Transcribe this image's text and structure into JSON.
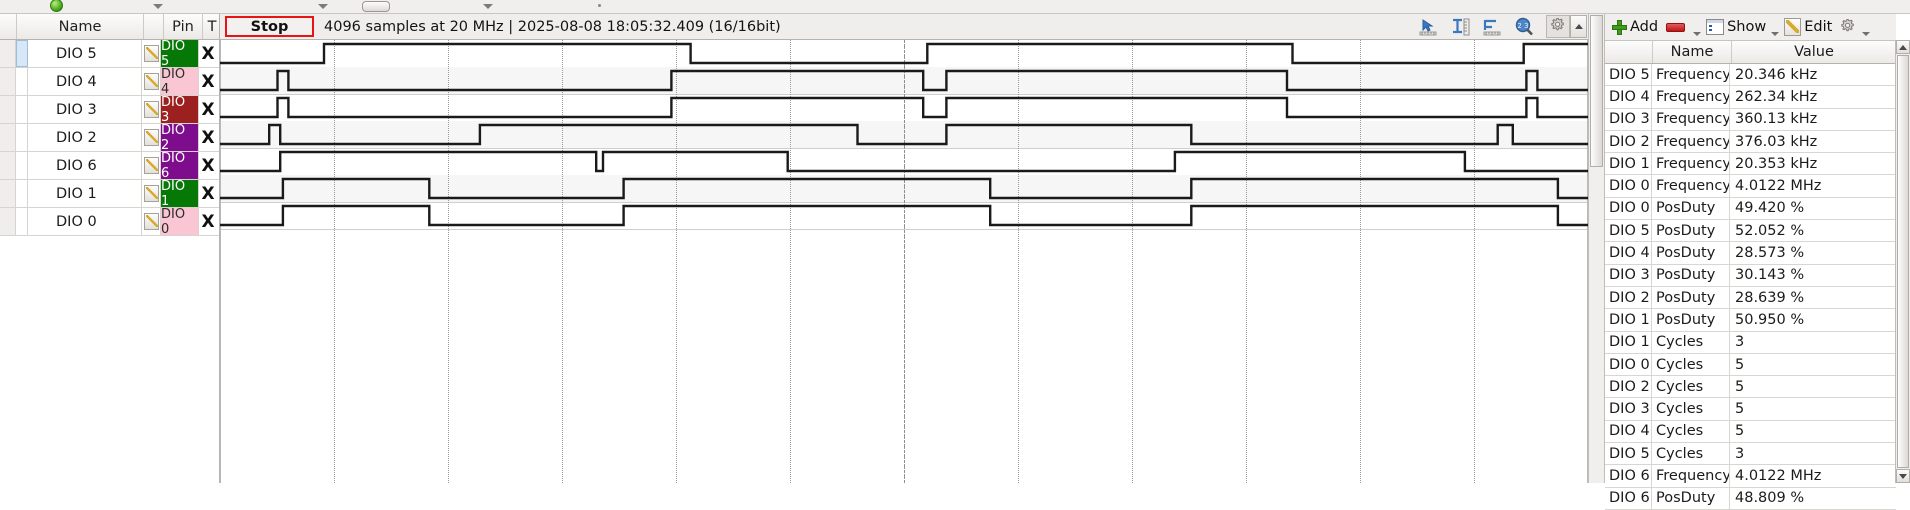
{
  "toolbar_top": {
    "items": [
      "record-indicator",
      "dropdown-caret",
      "dropdown-caret",
      "buffer-pill",
      "dropdown-caret",
      "menu-dot"
    ]
  },
  "channel_table": {
    "headers": {
      "select": "",
      "name": "Name",
      "edit": "",
      "pin": "Pin",
      "trigger": "T"
    },
    "rows": [
      {
        "name": "DIO 5",
        "pin": "DIO 5",
        "trigger": "X",
        "color": "#067806",
        "text_color": "#ffffff",
        "selected": true
      },
      {
        "name": "DIO 4",
        "pin": "DIO 4",
        "trigger": "X",
        "color": "#fbc6d3",
        "text_color": "#2b2b2b",
        "selected": false
      },
      {
        "name": "DIO 3",
        "pin": "DIO 3",
        "trigger": "X",
        "color": "#9d2020",
        "text_color": "#ffffff",
        "selected": false
      },
      {
        "name": "DIO 2",
        "pin": "DIO 2",
        "trigger": "X",
        "color": "#7d0d8c",
        "text_color": "#ffffff",
        "selected": false
      },
      {
        "name": "DIO 6",
        "pin": "DIO 6",
        "trigger": "X",
        "color": "#7d0d8c",
        "text_color": "#ffffff",
        "selected": false
      },
      {
        "name": "DIO 1",
        "pin": "DIO 1",
        "trigger": "X",
        "color": "#067806",
        "text_color": "#ffffff",
        "selected": false
      },
      {
        "name": "DIO 0",
        "pin": "DIO 0",
        "trigger": "X",
        "color": "#fbc6d3",
        "text_color": "#2b2b2b",
        "selected": false
      }
    ]
  },
  "wave_header": {
    "stop_label": "Stop",
    "status": "4096 samples at 20 MHz | 2025-08-08 18:05:32.409 (16/16bit)",
    "stop_border_color": "#e81313",
    "tools": [
      "cursor-measure-icon",
      "width-measure-icon",
      "level-measure-icon",
      "zoom-search-icon",
      "gear-icon"
    ],
    "scroll_up_button": "scroll-up-caret"
  },
  "plot": {
    "sample_count": 4096,
    "sample_rate": "20 MHz",
    "trace_color": "#1a1a1a",
    "grid_color": "#9a9a9a",
    "trigger_position_pct": 50.0,
    "gridline_count": 12,
    "channels": [
      {
        "name": "DIO 5",
        "edges_pct": [
          0,
          7.6,
          34.4,
          51.7,
          78.4,
          95.3
        ]
      },
      {
        "name": "DIO 4",
        "edges_pct": [
          0,
          4.2,
          5.0,
          33.0,
          51.4,
          53.1,
          78.0,
          95.5,
          96.3
        ]
      },
      {
        "name": "DIO 3",
        "edges_pct": [
          0,
          4.2,
          5.0,
          33.0,
          51.4,
          53.1,
          78.0,
          95.5,
          96.3
        ]
      },
      {
        "name": "DIO 2",
        "edges_pct": [
          0,
          3.6,
          4.4,
          19.0,
          46.6,
          53.1,
          71.0,
          93.4,
          94.5
        ]
      },
      {
        "name": "DIO 6",
        "edges_pct": [
          0,
          4.4,
          27.5,
          28.0,
          41.5,
          69.8,
          91.0
        ]
      },
      {
        "name": "DIO 1",
        "edges_pct": [
          0,
          4.6,
          15.3,
          29.5,
          56.3,
          71.0,
          97.8
        ]
      },
      {
        "name": "DIO 0",
        "edges_pct": [
          0,
          4.6,
          15.3,
          29.5,
          56.3,
          71.0,
          97.8
        ]
      }
    ]
  },
  "measurements": {
    "toolbar": {
      "add_label": "Add",
      "remove_label": "",
      "show_label": "Show",
      "edit_label": "Edit",
      "settings_label": ""
    },
    "headers": {
      "channel": "",
      "name": "Name",
      "value": "Value"
    },
    "rows": [
      {
        "channel": "DIO 5",
        "name": "Frequency",
        "value": "20.346 kHz"
      },
      {
        "channel": "DIO 4",
        "name": "Frequency",
        "value": "262.34 kHz"
      },
      {
        "channel": "DIO 3",
        "name": "Frequency",
        "value": "360.13 kHz"
      },
      {
        "channel": "DIO 2",
        "name": "Frequency",
        "value": "376.03 kHz"
      },
      {
        "channel": "DIO 1",
        "name": "Frequency",
        "value": "20.353 kHz"
      },
      {
        "channel": "DIO 0",
        "name": "Frequency",
        "value": "4.0122 MHz"
      },
      {
        "channel": "DIO 0",
        "name": "PosDuty",
        "value": "49.420 %"
      },
      {
        "channel": "DIO 5",
        "name": "PosDuty",
        "value": "52.052 %"
      },
      {
        "channel": "DIO 4",
        "name": "PosDuty",
        "value": "28.573 %"
      },
      {
        "channel": "DIO 3",
        "name": "PosDuty",
        "value": "30.143 %"
      },
      {
        "channel": "DIO 2",
        "name": "PosDuty",
        "value": "28.639 %"
      },
      {
        "channel": "DIO 1",
        "name": "PosDuty",
        "value": "50.950 %"
      },
      {
        "channel": "DIO 1",
        "name": "Cycles",
        "value": "3"
      },
      {
        "channel": "DIO 0",
        "name": "Cycles",
        "value": "5"
      },
      {
        "channel": "DIO 2",
        "name": "Cycles",
        "value": "5"
      },
      {
        "channel": "DIO 3",
        "name": "Cycles",
        "value": "5"
      },
      {
        "channel": "DIO 4",
        "name": "Cycles",
        "value": "5"
      },
      {
        "channel": "DIO 5",
        "name": "Cycles",
        "value": "3"
      },
      {
        "channel": "DIO 6",
        "name": "Frequency",
        "value": "4.0122 MHz"
      },
      {
        "channel": "DIO 6",
        "name": "PosDuty",
        "value": "48.809 %"
      }
    ]
  }
}
